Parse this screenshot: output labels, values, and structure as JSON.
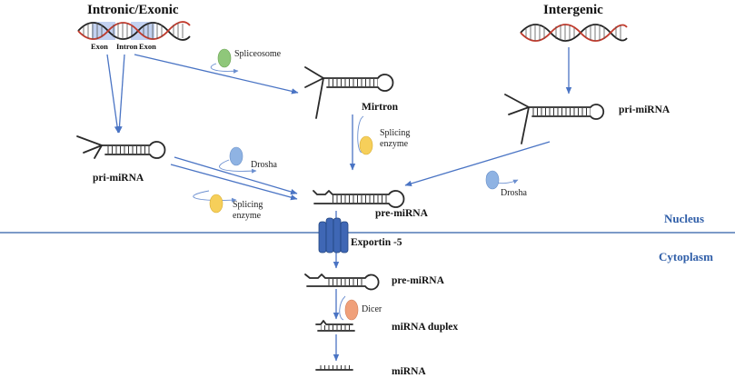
{
  "title_left": "Intronic/Exonic",
  "title_right": "Intergenic",
  "gene_labels": {
    "exon_left": "Exon",
    "intron": "Intron",
    "exon_right": "Exon"
  },
  "enzymes": {
    "spliceosome": "Spliceosome",
    "splicing_enzyme_1a": "Splicing",
    "splicing_enzyme_1b": "enzyme",
    "drosha_left": "Drosha",
    "splicing_enzyme_2a": "Splicing",
    "splicing_enzyme_2b": "enzyme",
    "drosha_right": "Drosha",
    "dicer": "Dicer"
  },
  "molecules": {
    "mirtron": "Mirtron",
    "pri_mirna_left": "pri-miRNA",
    "pri_mirna_right": "pri-miRNA",
    "pre_mirna_nucleus": "pre-miRNA",
    "exportin": "Exportin -5",
    "pre_mirna_cytoplasm": "pre-miRNA",
    "duplex": "miRNA duplex",
    "mirna": "miRNA"
  },
  "regions": {
    "nucleus": "Nucleus",
    "cytoplasm": "Cytoplasm"
  },
  "colors": {
    "arrow": "#4a74c4",
    "membrane": "#2f5ea8",
    "spliceosome": "#8fc77a",
    "splicing_enzyme": "#f6cf5a",
    "drosha": "#8fb3e3",
    "dicer": "#f0a07a",
    "exportin": "#3f67b5",
    "exon_box": "#b7c9ee"
  }
}
